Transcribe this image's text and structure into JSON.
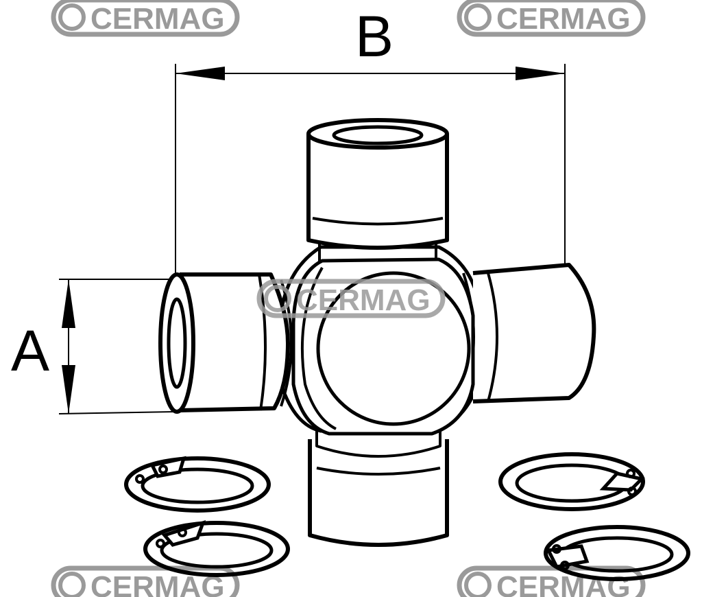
{
  "watermark": {
    "brand": "CERMAG"
  },
  "dimensions": {
    "a_label": "A",
    "b_label": "B"
  },
  "colors": {
    "ink": "#000000",
    "watermark": "#9a9a9a",
    "background": "#ffffff"
  }
}
